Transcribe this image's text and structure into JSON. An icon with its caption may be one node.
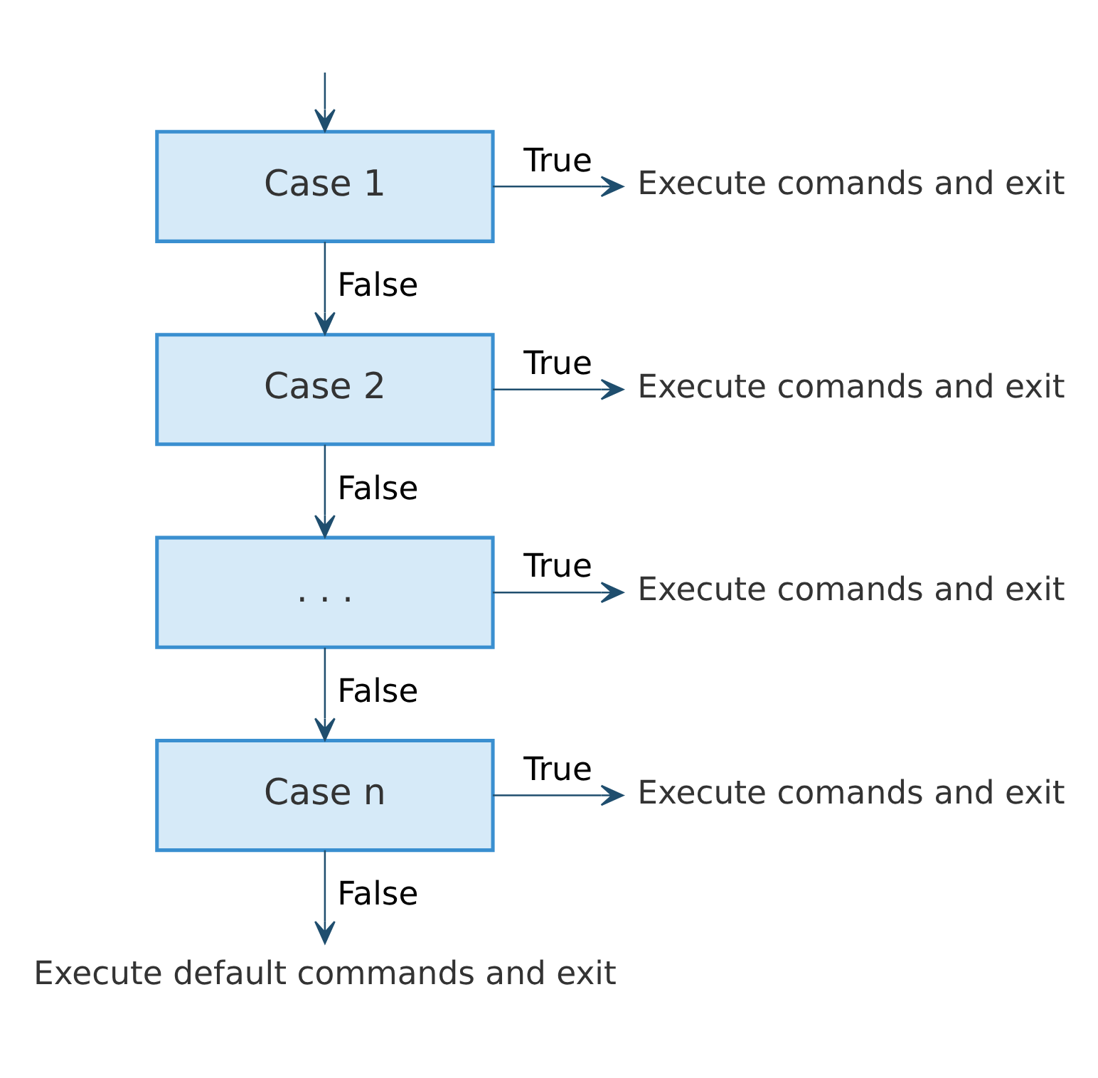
{
  "diagram": {
    "nodes": [
      {
        "text": [
          "Case 1"
        ]
      },
      {
        "text": [
          "Execute comands and exit"
        ]
      },
      {
        "text": [
          "Case 2"
        ]
      },
      {
        "text": [
          "Execute comands and exit"
        ]
      },
      {
        "text": [
          ". . ."
        ]
      },
      {
        "text": [
          "Execute comands and exit"
        ]
      },
      {
        "text": [
          "Case n"
        ]
      },
      {
        "text": [
          "Execute comands and exit"
        ]
      },
      {
        "text": [
          "Execute default commands and exit"
        ]
      }
    ],
    "edges": [
      {
        "from": null,
        "to": 0,
        "arrow": "to"
      },
      {
        "from": 0,
        "to": 1,
        "arrow": "to",
        "label": "True"
      },
      {
        "from": 0,
        "to": 2,
        "arrow": "to",
        "label": "False"
      },
      {
        "from": 2,
        "to": 3,
        "arrow": "to",
        "label": "True"
      },
      {
        "from": 2,
        "to": 4,
        "arrow": "to",
        "label": "False"
      },
      {
        "from": 4,
        "to": 5,
        "arrow": "to",
        "label": "True"
      },
      {
        "from": 4,
        "to": 6,
        "arrow": "to",
        "label": "False"
      },
      {
        "from": 6,
        "to": 7,
        "arrow": "to",
        "label": "True"
      },
      {
        "from": 6,
        "to": 8,
        "arrow": "to",
        "label": "False"
      }
    ]
  }
}
